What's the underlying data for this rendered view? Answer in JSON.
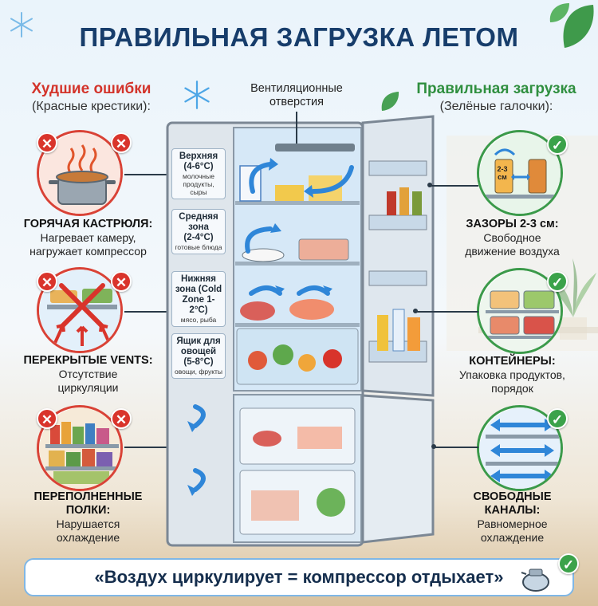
{
  "title": "ПРАВИЛЬНАЯ ЗАГРУЗКА ЛЕТОМ",
  "colors": {
    "title": "#173d6b",
    "bad": "#d9342b",
    "good": "#3ba24a",
    "cold_arrow": "#2f86d8"
  },
  "left_panel": {
    "heading": "Худшие ошибки",
    "subheading": "(Красные крестики):",
    "items": [
      {
        "icon": "hot-pot-icon",
        "title": "ГОРЯЧАЯ КАСТРЮЛЯ:",
        "text1": "Нагревает камеру,",
        "text2": "нагружает компрессор"
      },
      {
        "icon": "blocked-vents-icon",
        "title": "ПЕРЕКРЫТЫЕ VENTS:",
        "text1": "Отсутствие",
        "text2": "циркуляции"
      },
      {
        "icon": "overfilled-shelf-icon",
        "title": "ПЕРЕПОЛНЕННЫЕ",
        "title2": "ПОЛКИ:",
        "text1": "Нарушается",
        "text2": "охлаждение"
      }
    ]
  },
  "right_panel": {
    "heading": "Правильная загрузка",
    "subheading": "(Зелёные галочки):",
    "items": [
      {
        "icon": "jars-gap-icon",
        "gap_label_1": "2-3",
        "gap_label_2": "см",
        "title": "ЗАЗОРЫ 2-3 см:",
        "text1": "Свободное",
        "text2": "движение воздуха"
      },
      {
        "icon": "containers-icon",
        "title": "КОНТЕЙНЕРЫ:",
        "text1": "Упаковка продуктов,",
        "text2": "порядок"
      },
      {
        "icon": "airflow-icon",
        "title": "СВОБОДНЫЕ",
        "title2": "КАНАЛЫ:",
        "text1": "Равномерное",
        "text2": "охлаждение"
      }
    ]
  },
  "fridge": {
    "vent_label_1": "Вентиляционные",
    "vent_label_2": "отверстия",
    "zones": [
      {
        "name": "Верхняя",
        "temp": "(4-6°C)",
        "desc": "молочные продукты, сыры"
      },
      {
        "name": "Средняя зона",
        "temp": "(2-4°C)",
        "desc": "готовые блюда"
      },
      {
        "name": "Нижняя зона (Cold Zone 1-2°C)",
        "temp": "",
        "desc": "мясо, рыба"
      },
      {
        "name": "Ящик для овощей",
        "temp": "(5-8°C)",
        "desc": "овощи, фрукты"
      }
    ]
  },
  "banner": {
    "text": "«Воздух циркулирует = компрессор отдыхает»",
    "icon": "compressor-icon"
  },
  "marks": {
    "cross": "✕",
    "check": "✓"
  }
}
